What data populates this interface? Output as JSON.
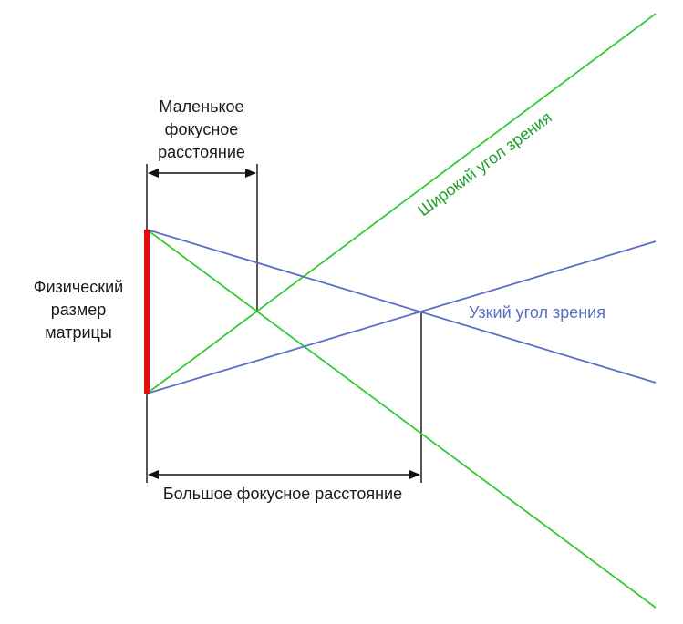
{
  "labels": {
    "short_focal": [
      "Маленькое",
      "фокусное",
      "расстояние"
    ],
    "sensor": [
      "Физический",
      "размер",
      "матрицы"
    ],
    "wide_angle": "Широкий угол зрения",
    "narrow_angle": "Узкий угол зрения",
    "long_focal": "Большое фокусное расстояние"
  },
  "colors": {
    "wide_rays": "#33cc33",
    "wide_label": "#1f9e2c",
    "narrow_rays": "#5b6fc7",
    "narrow_label": "#5b6fc7",
    "sensor": "#e01010",
    "dimension_lines": "#111111"
  }
}
